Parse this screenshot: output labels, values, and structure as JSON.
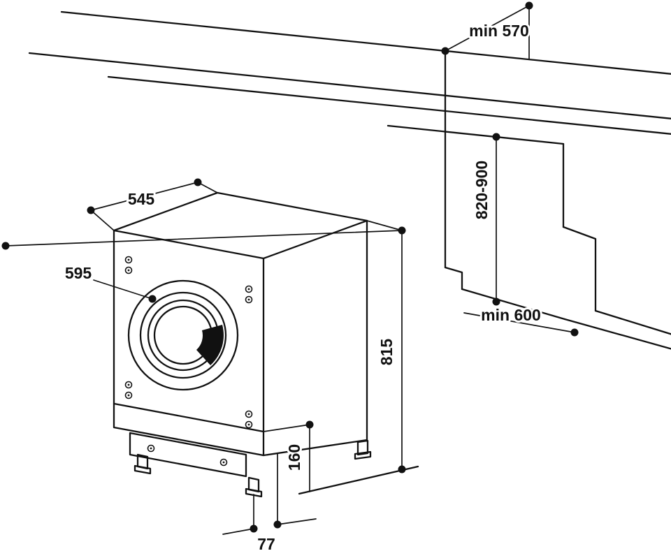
{
  "page": {
    "background": "#ffffff",
    "ink_color": "#111111",
    "handle_color": "#111111"
  },
  "diagram": {
    "type": "installation-dimension-drawing",
    "subject": "built-in front-loading washing machine under worktop",
    "labels": {
      "niche_depth_min": "min 570",
      "niche_height_range": "820-900",
      "floor_depth_min": "min 600",
      "top_depth": "545",
      "front_width": "595",
      "height": "815",
      "base_height": "160",
      "foot_height": "77"
    }
  }
}
